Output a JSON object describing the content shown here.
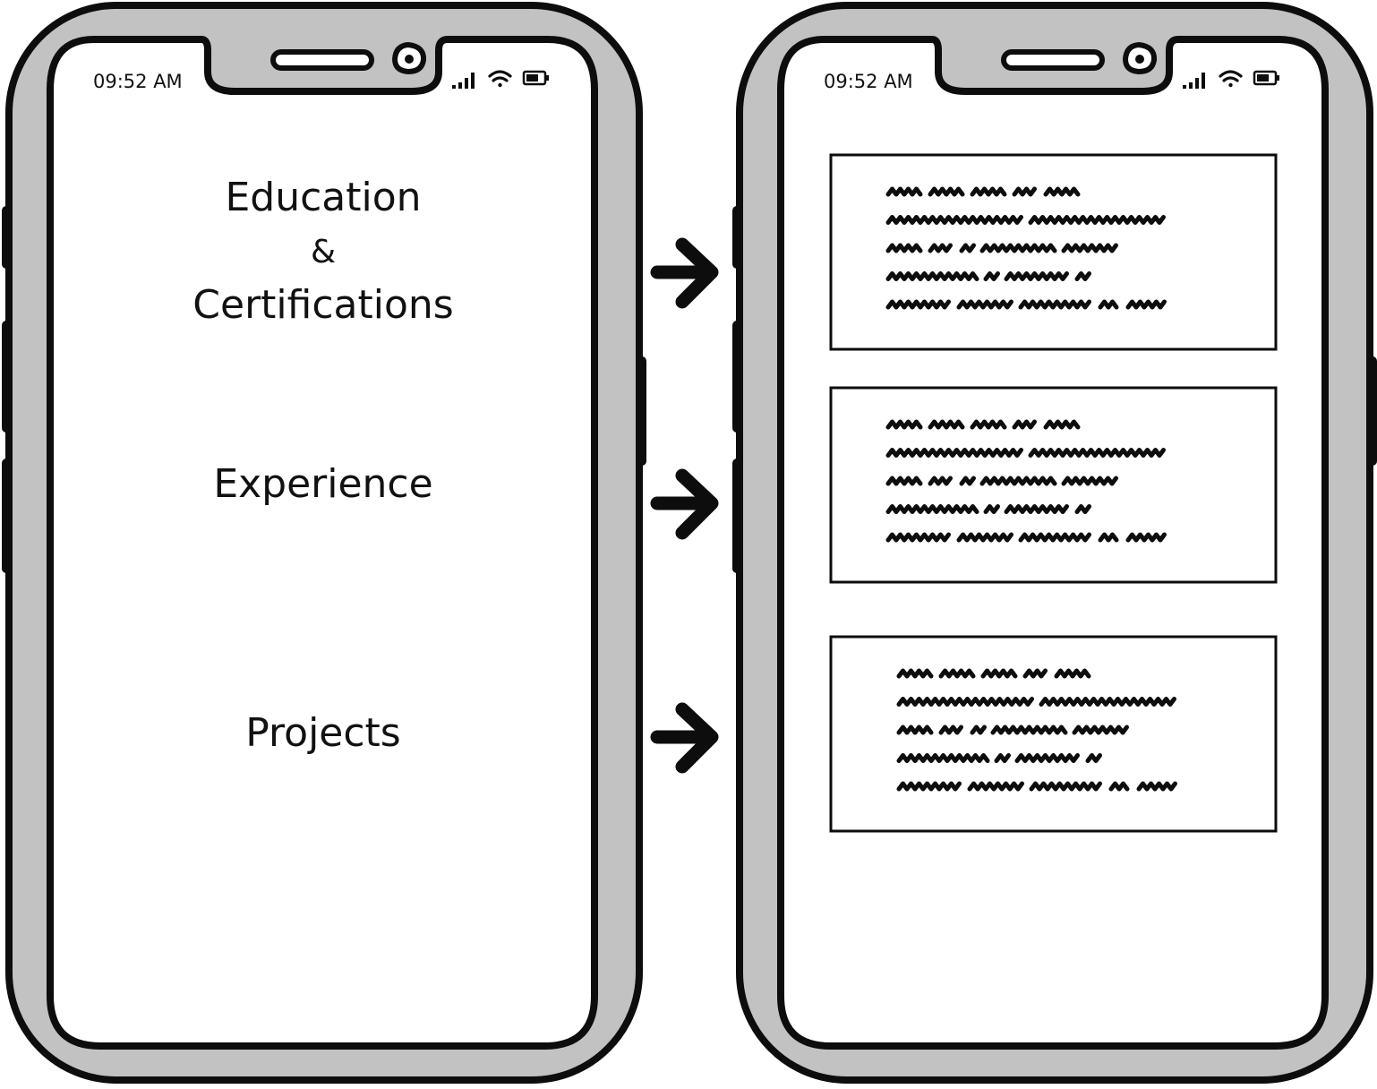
{
  "phones": [
    {
      "status_time": "09:52 AM",
      "menu": [
        {
          "lines": [
            "Education",
            "&",
            "Certifications"
          ]
        },
        {
          "lines": [
            "Experience"
          ]
        },
        {
          "lines": [
            "Projects"
          ]
        }
      ]
    },
    {
      "status_time": "09:52 AM",
      "cards": [
        {
          "placeholder_lines": 5
        },
        {
          "placeholder_lines": 5
        },
        {
          "placeholder_lines": 5
        }
      ]
    }
  ],
  "arrows": 3,
  "colors": {
    "frame_fill": "#c2c2c2",
    "outline": "#0d0d0d",
    "screen": "#ffffff",
    "scribble": "#0d0d0d"
  },
  "icons": [
    "signal-icon",
    "wifi-icon",
    "battery-icon",
    "arrow-right-icon"
  ]
}
